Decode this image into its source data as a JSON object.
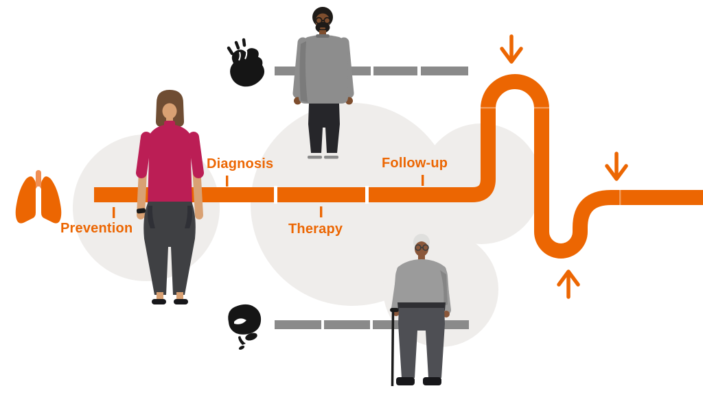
{
  "diagram": {
    "title": "Patient pathway infographic",
    "stages": [
      {
        "label": "Prevention",
        "label_position": "below-line"
      },
      {
        "label": "Diagnosis",
        "label_position": "above-line"
      },
      {
        "label": "Therapy",
        "label_position": "below-line"
      },
      {
        "label": "Follow-up",
        "label_position": "above-line"
      }
    ],
    "path": {
      "description": "orange pathway: horizontal line through the four stages, tall loop upward after Follow-up, dip valley, then continues right to edge",
      "segment_gaps_x": [
        401,
        534
      ]
    },
    "icons": [
      {
        "name": "lungs-icon",
        "color": "orange",
        "position": "left of Prevention"
      },
      {
        "name": "heart-icon",
        "color": "black",
        "position": "top, left of upper gray bar"
      },
      {
        "name": "brain-icon",
        "color": "black",
        "position": "bottom, left of lower gray bar"
      }
    ],
    "figures": [
      {
        "name": "woman-standing",
        "detail": "pink top, dark trousers, on main line at Prevention/Diagnosis"
      },
      {
        "name": "man-standing",
        "detail": "gray sweatshirt, glasses and beard, on upper gray bar"
      },
      {
        "name": "elderly-man-with-cane",
        "detail": "gray sweater, white hair, on lower gray bar"
      }
    ],
    "arrows": [
      {
        "name": "down-arrow-peak",
        "direction": "down",
        "position": "above tall loop"
      },
      {
        "name": "down-arrow-right",
        "direction": "down",
        "position": "above right end segment"
      },
      {
        "name": "up-arrow-valley",
        "direction": "up",
        "position": "below dip valley"
      }
    ],
    "colors": {
      "accent_orange": "#EC6602",
      "bar_gray": "#8A8A8A",
      "background_blob_gray": "#EFEDEB",
      "text_orange": "#EC6602",
      "figure_dark": "#1C1A19"
    }
  }
}
